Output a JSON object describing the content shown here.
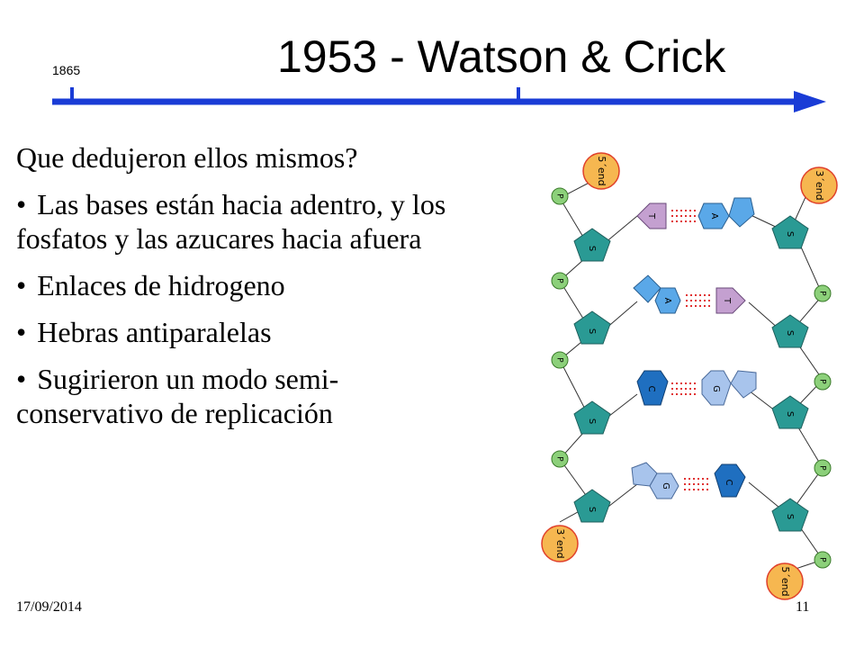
{
  "slide": {
    "title": "1953 - Watson & Crick",
    "timeline_year": "1865",
    "heading": "Que dedujeron ellos mismos?",
    "bullets": [
      "Las bases están hacia adentro, y los fosfatos y las azucares hacia afuera",
      "Enlaces de hidrogeno",
      "Hebras antiparalelas",
      "Sugirieron un modo semi-conservativo de replicación"
    ],
    "bullet_glyph": "•",
    "date": "17/09/2014",
    "page": "11"
  },
  "colors": {
    "timeline": "#1a3cd6",
    "phosphate": "#8cd07a",
    "sugar": "#2a9a94",
    "adenine": "#5aa8e8",
    "thymine": "#c4a0d0",
    "guanine": "#a8c4ec",
    "cytosine": "#1f6fc0",
    "end_label": "#f6b750",
    "end_border": "#e0402a",
    "hbond": "#e03030"
  },
  "dna": {
    "left_strand_labels": {
      "top_end": "5´end",
      "bottom_end": "3´end",
      "phosphate": "P",
      "sugar": "S"
    },
    "right_strand_labels": {
      "top_end": "3´end",
      "bottom_end": "5´end",
      "phosphate": "P",
      "sugar": "S"
    },
    "pairs": [
      {
        "left": "T",
        "right": "A"
      },
      {
        "left": "A",
        "right": "T"
      },
      {
        "left": "C",
        "right": "G"
      },
      {
        "left": "G",
        "right": "C"
      }
    ]
  }
}
